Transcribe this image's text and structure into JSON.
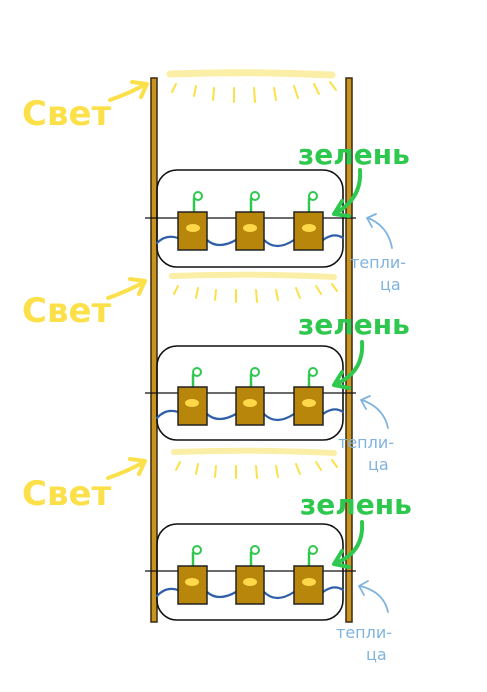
{
  "colors": {
    "post": "#c8931e",
    "post_outline": "#3a2a10",
    "light": "#fce04a",
    "light_pale": "#fbeea6",
    "green": "#2fc84f",
    "water": "#2f5fa8",
    "pot": "#b8860b",
    "seed": "#ffd84a",
    "teplica": "#7fb3e0"
  },
  "icons": [
    "lamp-icon",
    "seedling-icon",
    "pot-icon",
    "arrow-icon"
  ],
  "tiers": [
    {
      "light_label": "Свет",
      "green_label": "зелень",
      "teplica_line1": "тепли-",
      "teplica_line2": "ца"
    },
    {
      "light_label": "Свет",
      "green_label": "зелень",
      "teplica_line1": "тепли-",
      "teplica_line2": "ца"
    },
    {
      "light_label": "Свет",
      "green_label": "зелень",
      "teplica_line1": "тепли-",
      "teplica_line2": "ца"
    }
  ]
}
